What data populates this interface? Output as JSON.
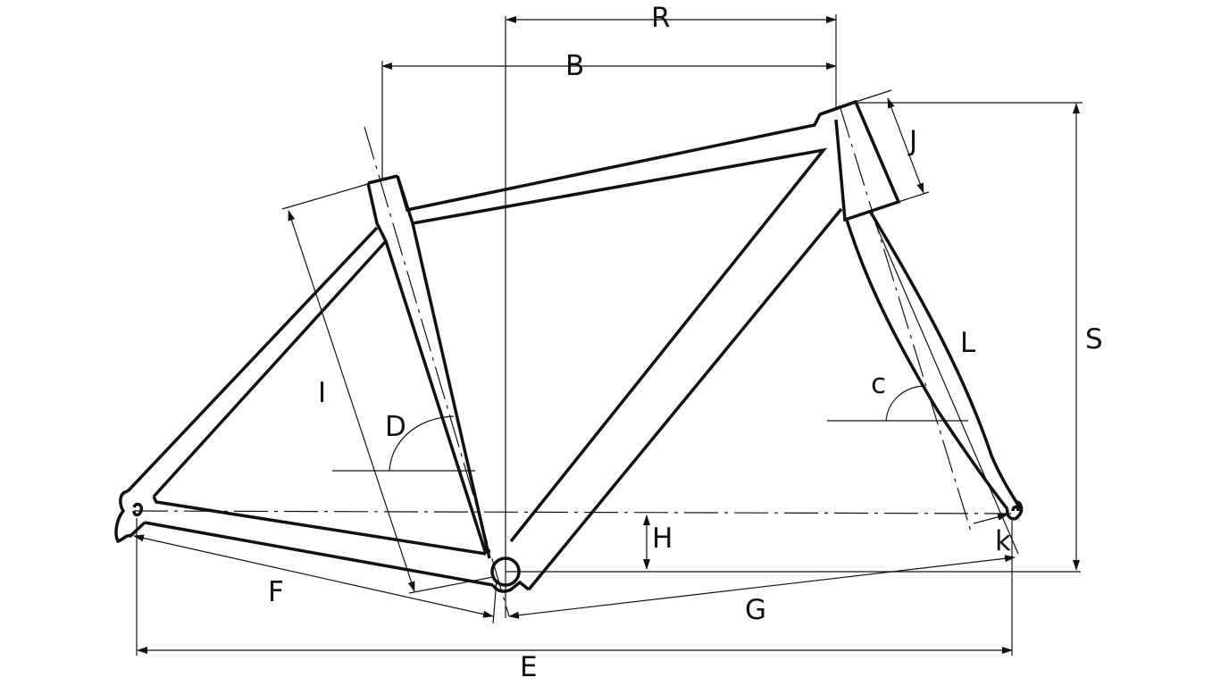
{
  "labels": {
    "R": "R",
    "B": "B",
    "J": "J",
    "S": "S",
    "L": "L",
    "c": "c",
    "I": "I",
    "D": "D",
    "H": "H",
    "k": "k",
    "F": "F",
    "G": "G",
    "E": "E"
  },
  "colors": {
    "line": "#111111",
    "background": "#ffffff"
  }
}
